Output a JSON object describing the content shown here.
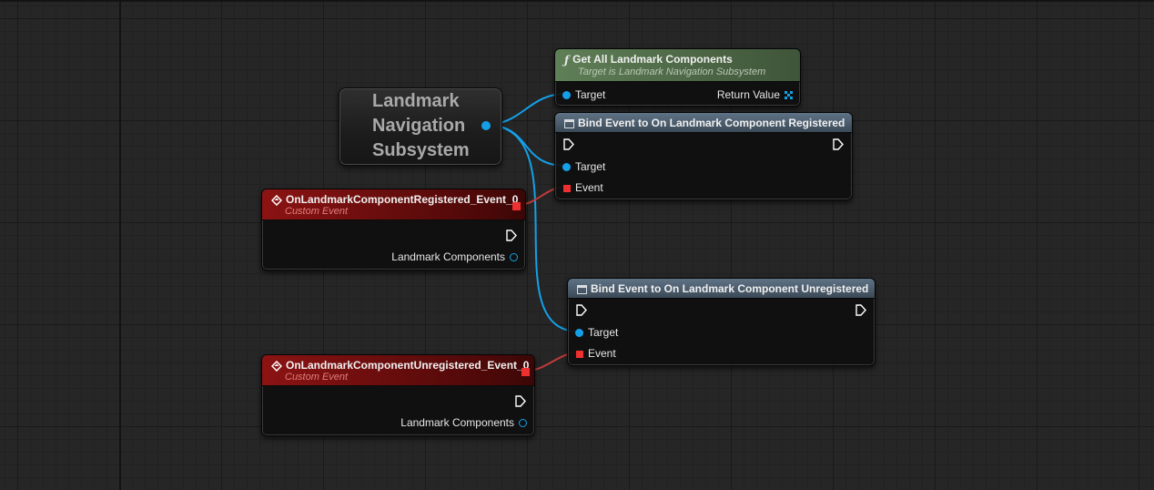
{
  "colors": {
    "object_pin": "#14a0e8",
    "delegate_pin": "#ef3030",
    "exec_pin": "#ffffff",
    "event_header": "#8c1313",
    "pure_function_header": "#5f7f57",
    "function_header": "#5f7386"
  },
  "variable_node": {
    "title": "Landmark\nNavigation\nSubsystem"
  },
  "get_all_node": {
    "icon": "function-icon",
    "title": "Get All Landmark Components",
    "subtitle": "Target is Landmark Navigation Subsystem",
    "pin_target": "Target",
    "pin_return": "Return Value"
  },
  "bind_registered_node": {
    "icon": "function-icon",
    "title": "Bind Event to On Landmark Component Registered",
    "pin_target": "Target",
    "pin_event": "Event"
  },
  "bind_unregistered_node": {
    "icon": "function-icon",
    "title": "Bind Event to On Landmark Component Unregistered",
    "pin_target": "Target",
    "pin_event": "Event"
  },
  "registered_event_node": {
    "icon": "event-icon",
    "title": "OnLandmarkComponentRegistered_Event_0",
    "subtitle": "Custom Event",
    "pin_output": "Landmark Components"
  },
  "unregistered_event_node": {
    "icon": "event-icon",
    "title": "OnLandmarkComponentUnregistered_Event_0",
    "subtitle": "Custom Event",
    "pin_output": "Landmark Components"
  }
}
